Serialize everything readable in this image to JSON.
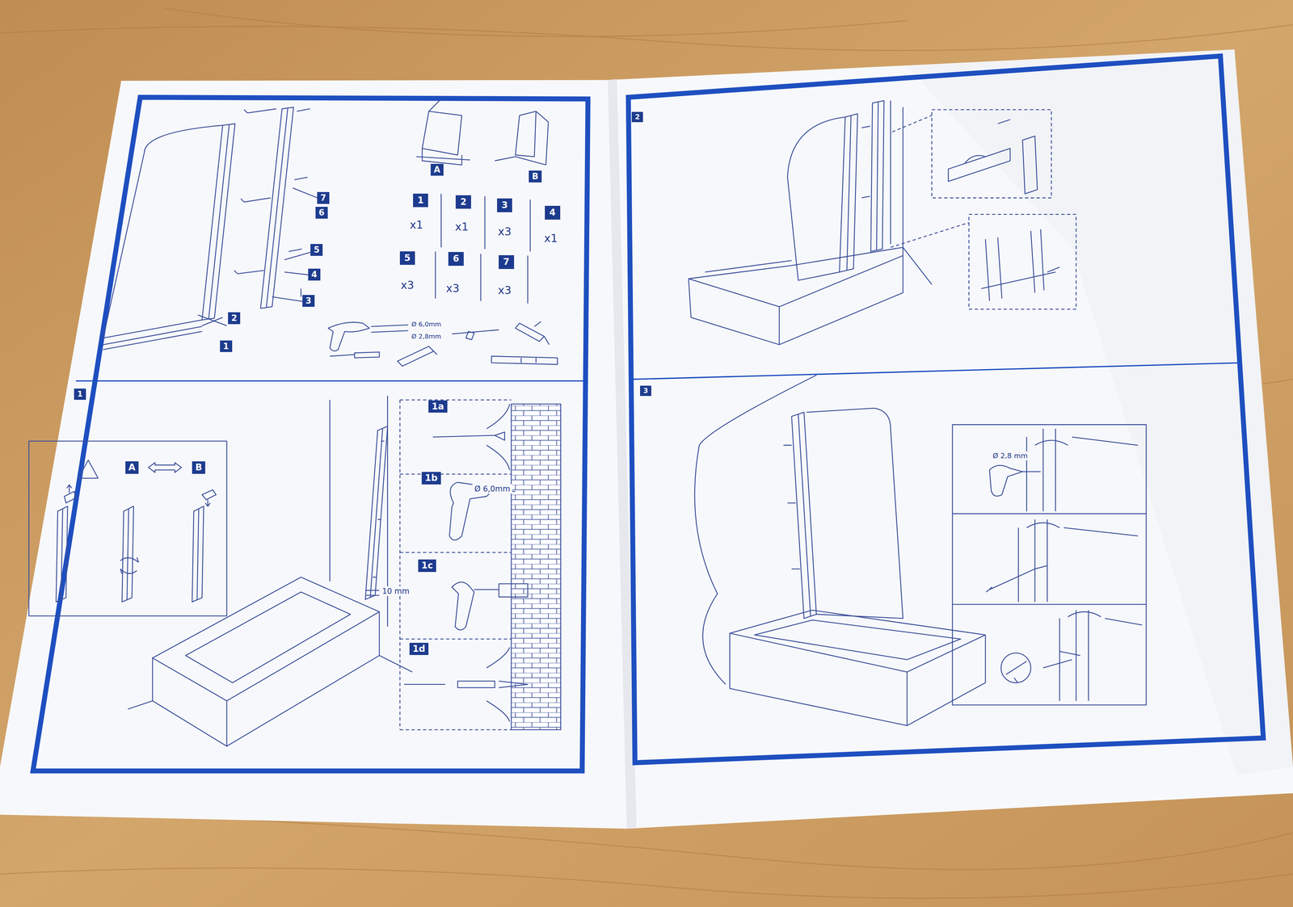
{
  "diagram": {
    "labels": [
      "7",
      "6",
      "5",
      "4",
      "3",
      "2",
      "1",
      "A",
      "B",
      "1",
      "x1",
      "2",
      "x1",
      "3",
      "x3",
      "4",
      "x1",
      "5",
      "x3",
      "6",
      "x3",
      "7",
      "x3",
      "Ø 6,0mm",
      "Ø 2,8mm",
      "1",
      "A",
      "B",
      "1a",
      "1b",
      "Ø 6,0mm",
      "1c",
      "10 mm",
      "1d",
      "2",
      "3",
      "Ø 2,8 mm"
    ]
  }
}
